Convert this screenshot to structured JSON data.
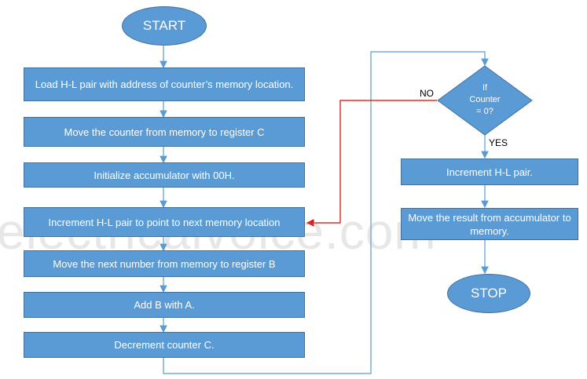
{
  "flowchart": {
    "start": "START",
    "stop": "STOP",
    "steps": [
      "Load H-L pair with address of counter’s memory location.",
      "Move the counter from memory to register C",
      "Initialize accumulator with 00H.",
      "Increment H-L pair to point to next memory location",
      "Move the next number from memory to register B",
      "Add B with A.",
      "Decrement counter C.",
      "Increment H-L pair.",
      "Move the result from accumulator to memory."
    ],
    "decision": "If\nCounter\n= 0?",
    "no_label": "NO",
    "yes_label": "YES"
  },
  "watermark": "electricalvoice.com",
  "colors": {
    "fill": "#5b9bd5",
    "border": "#41719c",
    "connector": "#5b9bd5",
    "loop_connector": "#e00000"
  }
}
